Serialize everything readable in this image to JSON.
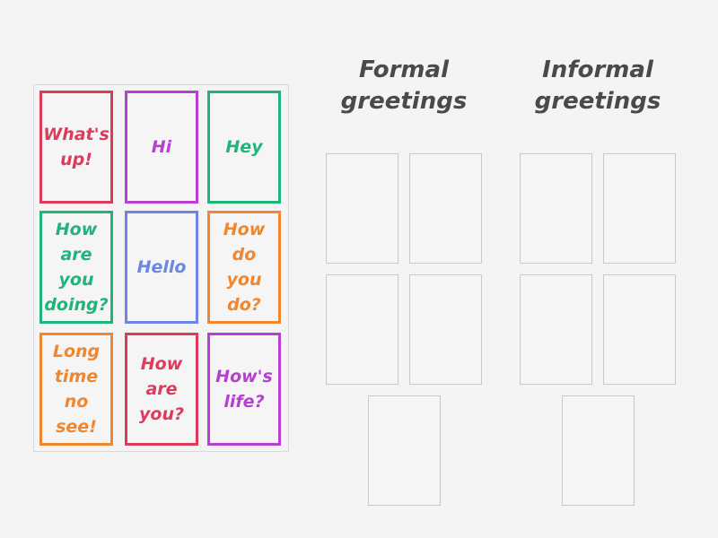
{
  "tray": {
    "cards": [
      {
        "label": "What's\nup!",
        "color": "#dc3c5a"
      },
      {
        "label": "Hi",
        "color": "#b83fd1"
      },
      {
        "label": "Hey",
        "color": "#1fb47a"
      },
      {
        "label": "How\nare\nyou\ndoing?",
        "color": "#1fb47a"
      },
      {
        "label": "Hello",
        "color": "#6b86e4"
      },
      {
        "label": "How\ndo you\ndo?",
        "color": "#f0862e"
      },
      {
        "label": "Long\ntime\nno\nsee!",
        "color": "#f0862e"
      },
      {
        "label": "How\nare\nyou?",
        "color": "#dc3c5a"
      },
      {
        "label": "How's\nlife?",
        "color": "#b83fd1"
      }
    ]
  },
  "groups": [
    {
      "title": "Formal\ngreetings",
      "slot_count": 5
    },
    {
      "title": "Informal\ngreetings",
      "slot_count": 5
    }
  ]
}
